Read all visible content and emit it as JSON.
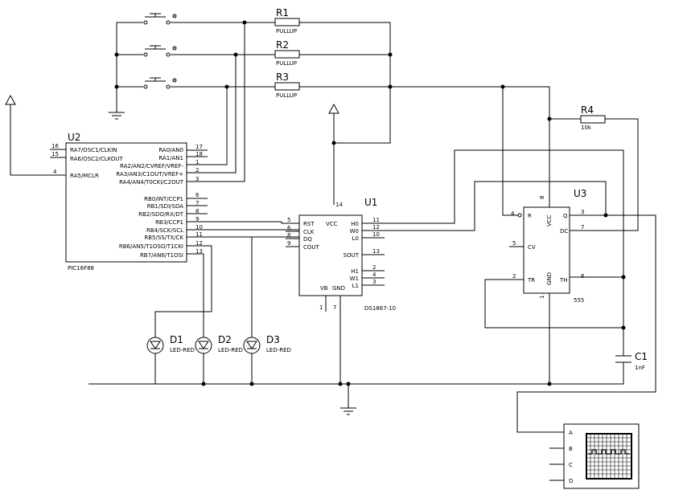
{
  "u2": {
    "ref": "U2",
    "part": "PIC16F88",
    "left_pins": [
      {
        "num": "16",
        "name": "RA7/OSC1/CLKIN"
      },
      {
        "num": "15",
        "name": "RA6/OSC2/CLKOUT"
      },
      {
        "num": "4",
        "name": "RA5/MCLR"
      }
    ],
    "right_pins": [
      {
        "num": "17",
        "name": "RA0/AN0"
      },
      {
        "num": "18",
        "name": "RA1/AN1"
      },
      {
        "num": "1",
        "name": "RA2/AN2/CVREF/VREF-"
      },
      {
        "num": "2",
        "name": "RA3/AN3/C1OUT/VREF+"
      },
      {
        "num": "3",
        "name": "RA4/AN4/T0CKI/C2OUT"
      },
      {
        "num": "6",
        "name": "RB0/INT/CCP1"
      },
      {
        "num": "7",
        "name": "RB1/SDI/SDA"
      },
      {
        "num": "8",
        "name": "RB2/SDO/RX/DT"
      },
      {
        "num": "9",
        "name": "RB3/CCP1"
      },
      {
        "num": "10",
        "name": "RB4/SCK/SCL"
      },
      {
        "num": "11",
        "name": "RB5/SS/TX/CK"
      },
      {
        "num": "12",
        "name": "RB6/AN5/T1OSO/T1CKI"
      },
      {
        "num": "13",
        "name": "RB7/AN6/T1OSI"
      }
    ]
  },
  "u1": {
    "ref": "U1",
    "part": "DS1867-10",
    "left_pins": [
      {
        "num": "5",
        "name": "RST"
      },
      {
        "num": "6",
        "name": "CLK"
      },
      {
        "num": "8",
        "name": "DQ"
      },
      {
        "num": "9",
        "name": "COUT"
      }
    ],
    "right_pins": [
      {
        "num": "11",
        "name": "H0"
      },
      {
        "num": "12",
        "name": "W0"
      },
      {
        "num": "10",
        "name": "L0"
      },
      {
        "num": "13",
        "name": "SOUT"
      },
      {
        "num": "2",
        "name": "H1"
      },
      {
        "num": "4",
        "name": "W1"
      },
      {
        "num": "3",
        "name": "L1"
      }
    ],
    "vcc_label": "VCC",
    "vcc_pin": "14",
    "vb_label": "VB",
    "vb_pin": "1",
    "gnd_label": "GND",
    "gnd_pin": "7"
  },
  "u3": {
    "ref": "U3",
    "part": "555",
    "r_label": "R",
    "r_pin": "4",
    "vcc_label": "VCC",
    "vcc_pin": "8",
    "q_label": "Q",
    "q_pin": "3",
    "dc_label": "DC",
    "dc_pin": "7",
    "cv_label": "CV",
    "cv_pin": "5",
    "tr_label": "TR",
    "tr_pin": "2",
    "gnd_label": "GND",
    "gnd_pin": "1",
    "th_label": "TH",
    "th_pin": "6"
  },
  "resistors": [
    {
      "ref": "R1",
      "value": "PULLUP"
    },
    {
      "ref": "R2",
      "value": "PULLUP"
    },
    {
      "ref": "R3",
      "value": "PULLUP"
    },
    {
      "ref": "R4",
      "value": "10k"
    }
  ],
  "capacitor": {
    "ref": "C1",
    "value": "1nF"
  },
  "leds": [
    {
      "ref": "D1",
      "value": "LED-RED"
    },
    {
      "ref": "D2",
      "value": "LED-RED"
    },
    {
      "ref": "D3",
      "value": "LED-RED"
    }
  ],
  "oscilloscope": {
    "channels": [
      "A",
      "B",
      "C",
      "D"
    ]
  }
}
